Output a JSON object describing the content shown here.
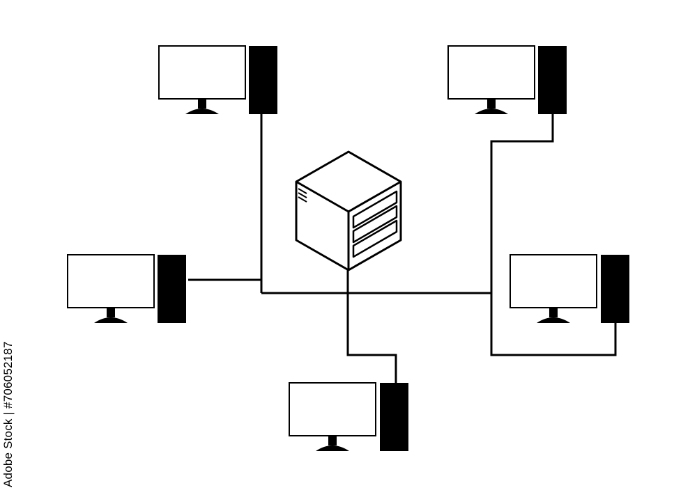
{
  "watermark": {
    "text": "Adobe Stock | #706052187"
  },
  "diagram": {
    "type": "network-topology",
    "hub": {
      "name": "server"
    },
    "nodes": [
      {
        "name": "workstation-top-left"
      },
      {
        "name": "workstation-top-right"
      },
      {
        "name": "workstation-left"
      },
      {
        "name": "workstation-right"
      },
      {
        "name": "workstation-bottom"
      }
    ],
    "colors": {
      "stroke": "#000000",
      "fill": "#ffffff"
    }
  }
}
